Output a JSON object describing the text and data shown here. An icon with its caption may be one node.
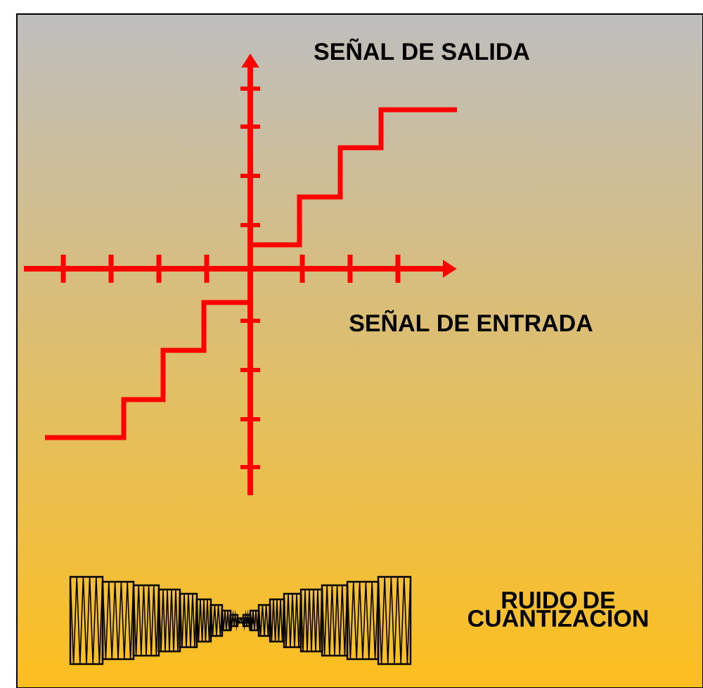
{
  "diagram": {
    "labels": [
      "SEÑAL DE SALIDA",
      "SEÑAL DE ENTRADA",
      "RUIDO DE CUANTIZACION"
    ]
  }
}
